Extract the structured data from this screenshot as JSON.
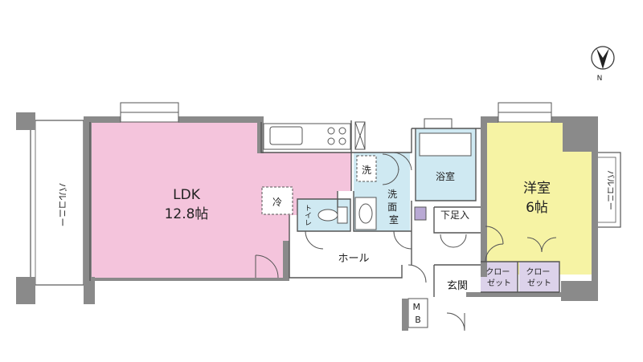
{
  "colors": {
    "ldk": "#f4c4dc",
    "bedroom": "#f6f3a4",
    "water": "#cfe9f2",
    "closet": "#dcd2ea",
    "wall": "#8a8a8a",
    "line": "#555555"
  },
  "compass": {
    "label": "N",
    "icon": "north-arrow-icon"
  },
  "rooms": {
    "ldk": {
      "name": "LDK",
      "size": "12.8帖"
    },
    "bedroom": {
      "name": "洋室",
      "size": "6帖"
    },
    "bath": {
      "name": "浴室"
    },
    "washroom": {
      "name": "洗\n面\n室"
    },
    "toilet": {
      "name": "トイレ"
    },
    "hall": {
      "name": "ホール"
    },
    "shoe": {
      "name": "下足入"
    },
    "closet1": {
      "name": "クロー\nゼット"
    },
    "closet2": {
      "name": "クロー\nゼット"
    },
    "entrance": {
      "name": "玄関"
    },
    "mb": {
      "name": "M\nB"
    },
    "balcony_left": {
      "name": "バルコニー"
    },
    "balcony_right": {
      "name": "バルコニー"
    }
  },
  "fixtures": {
    "fridge": "冷",
    "washer": "洗"
  }
}
